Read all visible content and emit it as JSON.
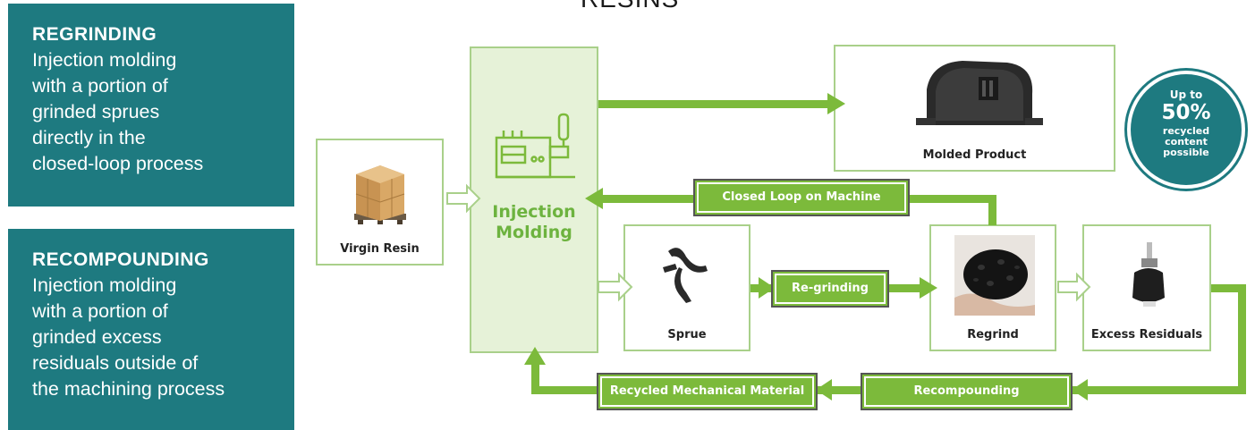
{
  "header": {
    "title": "RESINS"
  },
  "regrinding": {
    "title": "REGRINDING",
    "lines": [
      "Injection molding",
      "with a portion of",
      "grinded sprues",
      "directly in the",
      "closed-loop process"
    ]
  },
  "recompounding": {
    "title": "RECOMPOUNDING",
    "lines": [
      "Injection molding",
      "with a portion of",
      "grinded excess",
      "residuals outside of",
      "the machining process"
    ]
  },
  "nodes": {
    "virgin_resin": "Virgin Resin",
    "injection_molding_line1": "Injection",
    "injection_molding_line2": "Molding",
    "molded_product": "Molded Product",
    "sprue": "Sprue",
    "regrind": "Regrind",
    "excess_residuals": "Excess Residuals"
  },
  "steps": {
    "closed_loop": "Closed Loop on Machine",
    "regrinding": "Re-grinding",
    "recompounding": "Recompounding",
    "recycled_material": "Recycled Mechanical Material"
  },
  "badge": {
    "line1": "Up to",
    "line2": "50%",
    "line3": "recycled",
    "line4": "content",
    "line5": "possible"
  },
  "colors": {
    "teal": "#1e7a80",
    "green": "#7cba3b",
    "light_green": "#e6f2d8",
    "border_green": "#a9d08a"
  }
}
